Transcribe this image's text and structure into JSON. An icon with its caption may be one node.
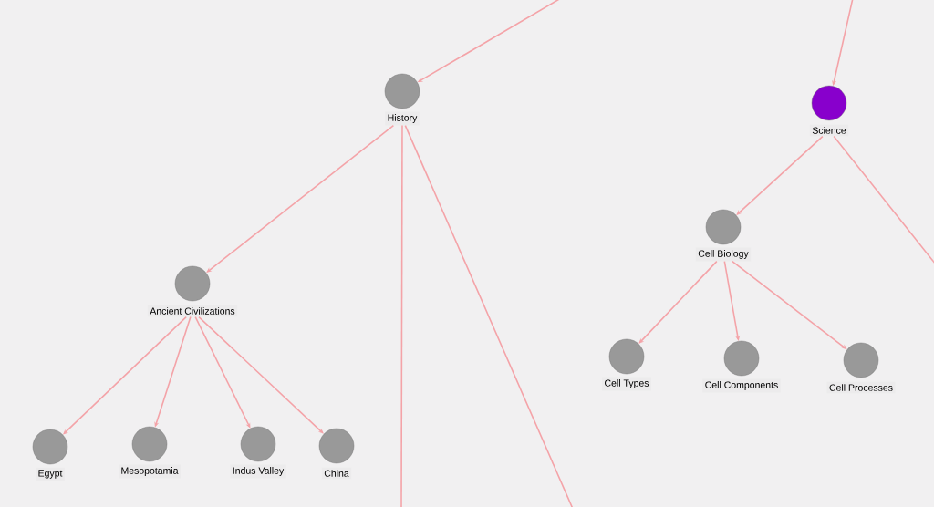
{
  "diagram": {
    "nodes": [
      {
        "text": [
          "History"
        ]
      },
      {
        "text": [
          "Science"
        ]
      },
      {
        "text": [
          "Ancient Civilizations"
        ]
      },
      {
        "text": [
          "Cell Biology"
        ]
      },
      {
        "text": [
          "Egypt"
        ]
      },
      {
        "text": [
          "Mesopotamia"
        ]
      },
      {
        "text": [
          "Indus Valley"
        ]
      },
      {
        "text": [
          "China"
        ]
      },
      {
        "text": [
          "Cell Types"
        ]
      },
      {
        "text": [
          "Cell Components"
        ]
      },
      {
        "text": [
          "Cell Processes"
        ]
      }
    ],
    "edges": [
      {
        "from": null,
        "to": 0,
        "arrow": "to"
      },
      {
        "from": null,
        "to": 1,
        "arrow": "to"
      },
      {
        "from": 0,
        "to": 2,
        "arrow": "to"
      },
      {
        "from": 0,
        "to": null,
        "arrow": "none"
      },
      {
        "from": 0,
        "to": null,
        "arrow": "none"
      },
      {
        "from": 1,
        "to": 3,
        "arrow": "to"
      },
      {
        "from": 1,
        "to": null,
        "arrow": "none"
      },
      {
        "from": 2,
        "to": 4,
        "arrow": "to"
      },
      {
        "from": 2,
        "to": 5,
        "arrow": "to"
      },
      {
        "from": 2,
        "to": 6,
        "arrow": "to"
      },
      {
        "from": 2,
        "to": 7,
        "arrow": "to"
      },
      {
        "from": 3,
        "to": 8,
        "arrow": "to"
      },
      {
        "from": 3,
        "to": 9,
        "arrow": "to"
      },
      {
        "from": 3,
        "to": 10,
        "arrow": "to"
      }
    ]
  }
}
